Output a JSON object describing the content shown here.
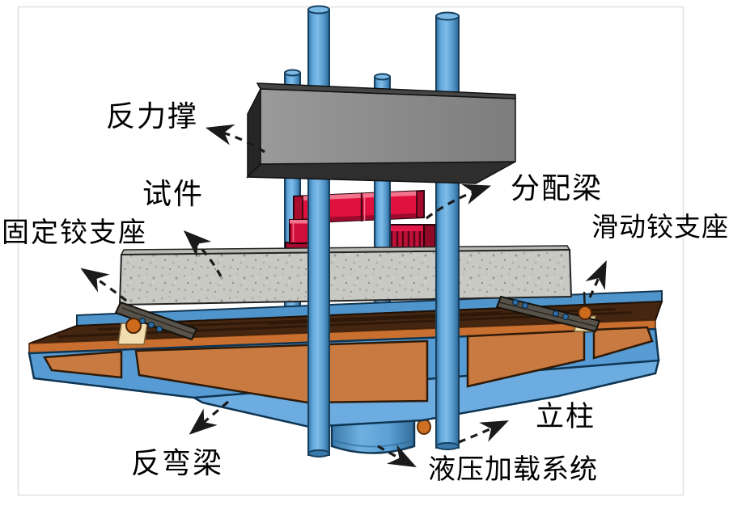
{
  "labels": {
    "reaction_brace": "反力撑",
    "specimen": "试件",
    "fixed_hinge_support": "固定铰支座",
    "distribution_beam": "分配梁",
    "sliding_hinge_support": "滑动铰支座",
    "column": "立柱",
    "counter_bending_beam": "反弯梁",
    "hydraulic_loading_system": "液压加载系统"
  },
  "colors": {
    "column_blue": "#5b9fd4",
    "column_blue_light": "#7cbae6",
    "base_blue": "#569bd3",
    "base_blue_light": "#6cace0",
    "back_rail_blue": "#4f94cb",
    "panel_orange": "#c97a40",
    "edge_orange": "#c96f2f",
    "top_brown": "#452711",
    "reaction_beam_gray": "#8c8c8c",
    "reaction_beam_dark": "#2e2e2e",
    "distribution_red": "#e0103f",
    "distribution_red_dark": "#9c0b2e",
    "distribution_red_highlight": "#f4738c",
    "specimen_gray": "#c9c9c4",
    "support_plate": "#57524a",
    "support_tan": "#f2ddb0",
    "pin_orange": "#cc6b1e",
    "bolt_blue": "#2f6fa8",
    "arrow_black": "#1a1a1a",
    "frame_border": "#e0e0e0"
  }
}
